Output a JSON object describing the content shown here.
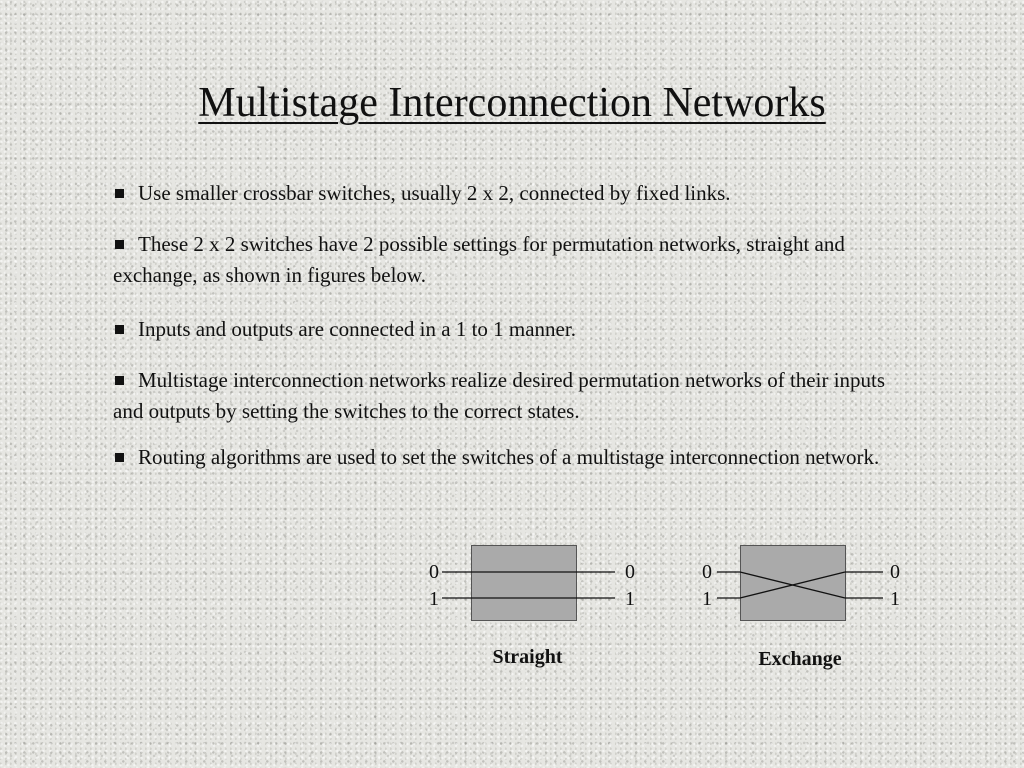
{
  "slide": {
    "title": "Multistage Interconnection Networks",
    "bullets": [
      "Use smaller crossbar switches, usually 2 x 2, connected by fixed links.",
      "These 2 x 2 switches have 2 possible settings for permutation networks, straight and exchange, as shown in figures below.",
      "Inputs and outputs are connected in a 1 to 1 manner.",
      "Multistage interconnection networks realize desired permutation networks of their inputs and outputs by setting the switches to the correct states.",
      "Routing algorithms are used to set the switches of a multistage interconnection network."
    ],
    "bullet_icon": "square-bullet-icon"
  },
  "figures": {
    "straight": {
      "caption": "Straight",
      "inputs": [
        "0",
        "1"
      ],
      "outputs": [
        "0",
        "1"
      ]
    },
    "exchange": {
      "caption": "Exchange",
      "inputs": [
        "0",
        "1"
      ],
      "outputs": [
        "0",
        "1"
      ]
    }
  },
  "colors": {
    "switch_fill": "#aaaaaa",
    "text": "#111111"
  }
}
